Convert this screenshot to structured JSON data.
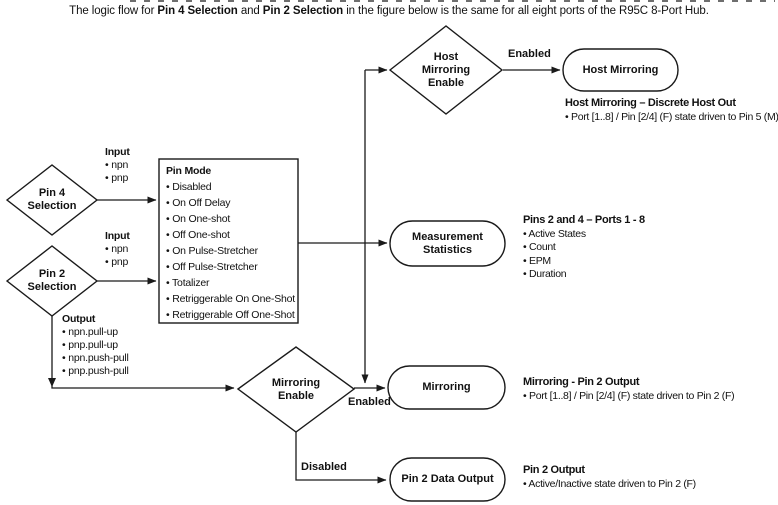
{
  "title": {
    "part1": "The logic flow for ",
    "bold1": "Pin 4 Selection",
    "part2": " and ",
    "bold2": "Pin 2 Selection",
    "part3": " in the figure below is the same for all eight ports of the R95C 8-Port Hub."
  },
  "colors": {
    "line": "#1a1a1a",
    "text": "#111111",
    "background": "#ffffff"
  },
  "nodes": {
    "pin4_selection": {
      "line1": "Pin 4",
      "line2": "Selection"
    },
    "pin2_selection": {
      "line1": "Pin 2",
      "line2": "Selection"
    },
    "host_mirroring_enable": {
      "line1": "Host",
      "line2": "Mirroring",
      "line3": "Enable"
    },
    "mirroring_enable": {
      "line1": "Mirroring",
      "line2": "Enable"
    },
    "host_mirroring": {
      "line1": "Host Mirroring"
    },
    "measurement_statistics": {
      "line1": "Measurement",
      "line2": "Statistics"
    },
    "mirroring": {
      "line1": "Mirroring"
    },
    "pin2_data_output": {
      "line1": "Pin 2 Data Output"
    }
  },
  "pin_mode": {
    "header": "Pin Mode",
    "items": [
      "• Disabled",
      "• On Off Delay",
      "• On One-shot",
      "• Off One-shot",
      "• On Pulse-Stretcher",
      "• Off Pulse-Stretcher",
      "• Totalizer",
      "• Retriggerable On One-Shot",
      "• Retriggerable Off One-Shot"
    ]
  },
  "edge_labels": {
    "enabled_top": "Enabled",
    "enabled_mid": "Enabled",
    "disabled": "Disabled"
  },
  "annotations": {
    "input_pin4": {
      "header": "Input",
      "items": [
        "• npn",
        "• pnp"
      ]
    },
    "input_pin2": {
      "header": "Input",
      "items": [
        "• npn",
        "• pnp"
      ]
    },
    "output_pin2": {
      "header": "Output",
      "items": [
        "• npn.pull-up",
        "• pnp.pull-up",
        "• npn.push-pull",
        "• pnp.push-pull"
      ]
    },
    "host_out": {
      "header": "Host Mirroring – Discrete Host Out",
      "items": [
        "• Port [1..8] / Pin [2/4] (F) state driven to Pin 5 (M)"
      ]
    },
    "pins_2_and_4": {
      "header": "Pins 2 and 4 – Ports 1 - 8",
      "items": [
        "• Active States",
        "• Count",
        "• EPM",
        "• Duration"
      ]
    },
    "mirroring_out": {
      "header": "Mirroring - Pin 2 Output",
      "items": [
        "• Port [1..8] / Pin [2/4] (F) state driven to Pin 2 (F)"
      ]
    },
    "pin2_out": {
      "header": "Pin 2 Output",
      "items": [
        "• Active/Inactive state driven to Pin 2 (F)"
      ]
    }
  }
}
